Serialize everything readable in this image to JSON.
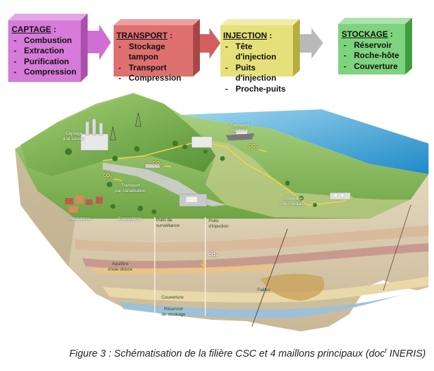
{
  "boxes": [
    {
      "title": "CAPTAGE",
      "items": [
        "Combustion",
        "Extraction",
        "Purification",
        "Compression"
      ],
      "color": "#d67bd9"
    },
    {
      "title": "TRANSPORT",
      "items": [
        "Stockage tampon",
        "Transport",
        "Compression"
      ],
      "color": "#de7070"
    },
    {
      "title": "INJECTION",
      "items": [
        "Tête d'injection",
        "Puits d'injection",
        "Proche-puits"
      ],
      "color": "#e6e07a"
    },
    {
      "title": "STOCKAGE",
      "items": [
        "Réservoir",
        "Roche-hôte",
        "Couverture"
      ],
      "color": "#7ed37e"
    }
  ],
  "labels": {
    "captage": "Captage\nà la source",
    "transport_maritime": "Transport\nmaritime",
    "co2": "CO₂",
    "transport_canal": "Transport\npar canalisation",
    "stockage_inter": "Stockage\nintermédiaire",
    "habitations": "Habitations",
    "ecosysteme": "Ecosystème",
    "puits_surv": "Puits de\nsurveillance",
    "puits_inj": "Puits\nd'injection",
    "aquifere": "Aquifère\nd'eau douce",
    "failles": "Failles",
    "couverture": "Couverture",
    "reservoir": "Réservoir\nde stockage"
  },
  "caption": {
    "text_before": "Figure 3 : Schématisation de la filière CSC et 4 maillons principaux (doc",
    "sup": "t",
    "text_after": " INERIS)"
  }
}
